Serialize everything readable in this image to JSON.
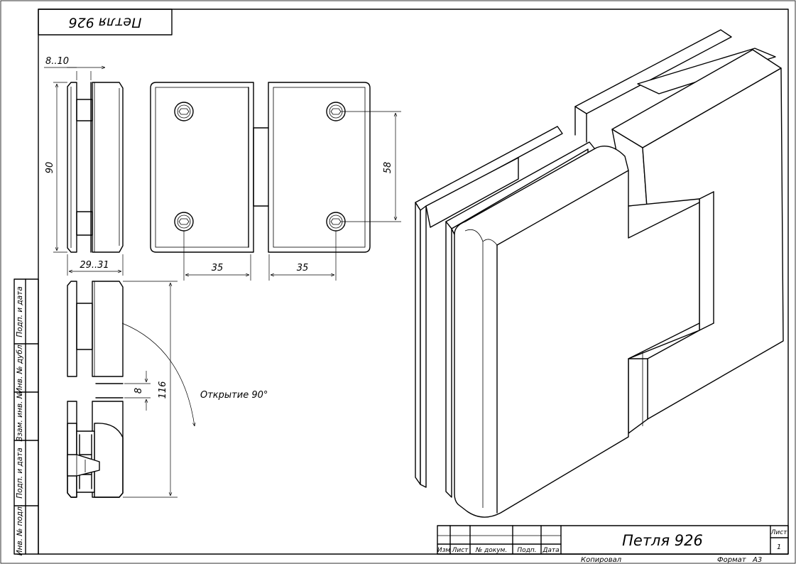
{
  "drawing": {
    "title_mirrored": "Петля 926",
    "title_block_name": "Петля 926",
    "sheet_label": "Лист",
    "sheet_number": "1",
    "copied_label": "Копировал",
    "format_label": "Формат",
    "format_value": "А3"
  },
  "title_block_headers": {
    "izm": "Изм",
    "list": "Лист",
    "doc": "№ докум.",
    "podp": "Подп.",
    "data": "Дата"
  },
  "side_stamp": [
    "Подп. и дата",
    "Инв. № дубл.",
    "Взам. инв. №",
    "Подп. и дата",
    "Инв. № подл."
  ],
  "dimensions": {
    "thickness": "8..10",
    "height": "90",
    "depth": "29..31",
    "hole_spacing_vertical": "58",
    "left_offset": "35",
    "right_offset": "35",
    "gap": "8",
    "section_height": "116",
    "opening_note": "Открытие 90°"
  }
}
